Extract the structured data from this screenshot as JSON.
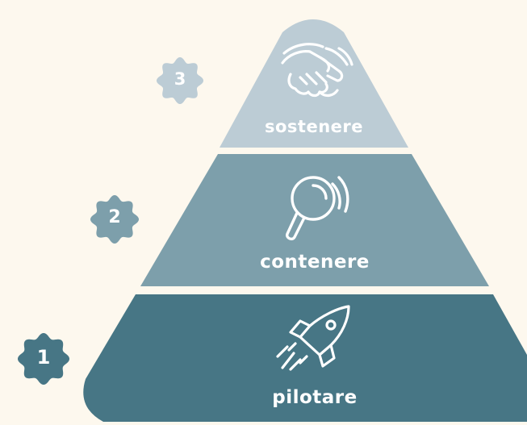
{
  "pyramid": {
    "tiers": [
      {
        "level": "3",
        "label": "sostenere",
        "icon": "handshake-icon",
        "color": "#bcccd5"
      },
      {
        "level": "2",
        "label": "contenere",
        "icon": "magnifier-icon",
        "color": "#7d9fab"
      },
      {
        "level": "1",
        "label": "pilotare",
        "icon": "rocket-icon",
        "color": "#477685"
      }
    ]
  },
  "colors": {
    "background": "#fdf8ee",
    "text": "#ffffff"
  }
}
